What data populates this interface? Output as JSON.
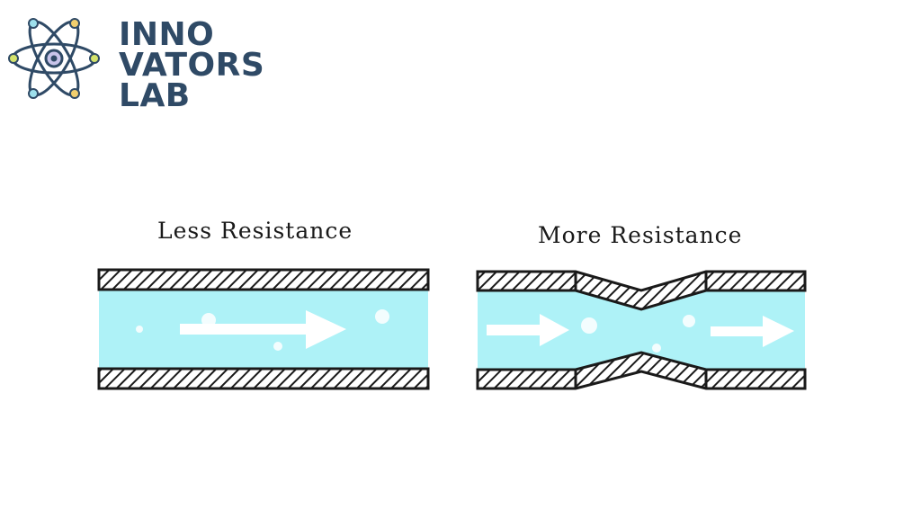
{
  "brand": {
    "logo_icon": "atom-icon",
    "line1": "INNO",
    "line2": "VATORS",
    "line3": "LAB",
    "text_color": "#2f4a66"
  },
  "diagram": {
    "left_label": "Less Resistance",
    "right_label": "More Resistance",
    "fluid_color": "#aef2f7",
    "wall_color": "#1a1a1a",
    "arrow_color": "#ffffff",
    "icons": [
      "right-arrow-icon",
      "bubble-icon"
    ]
  }
}
